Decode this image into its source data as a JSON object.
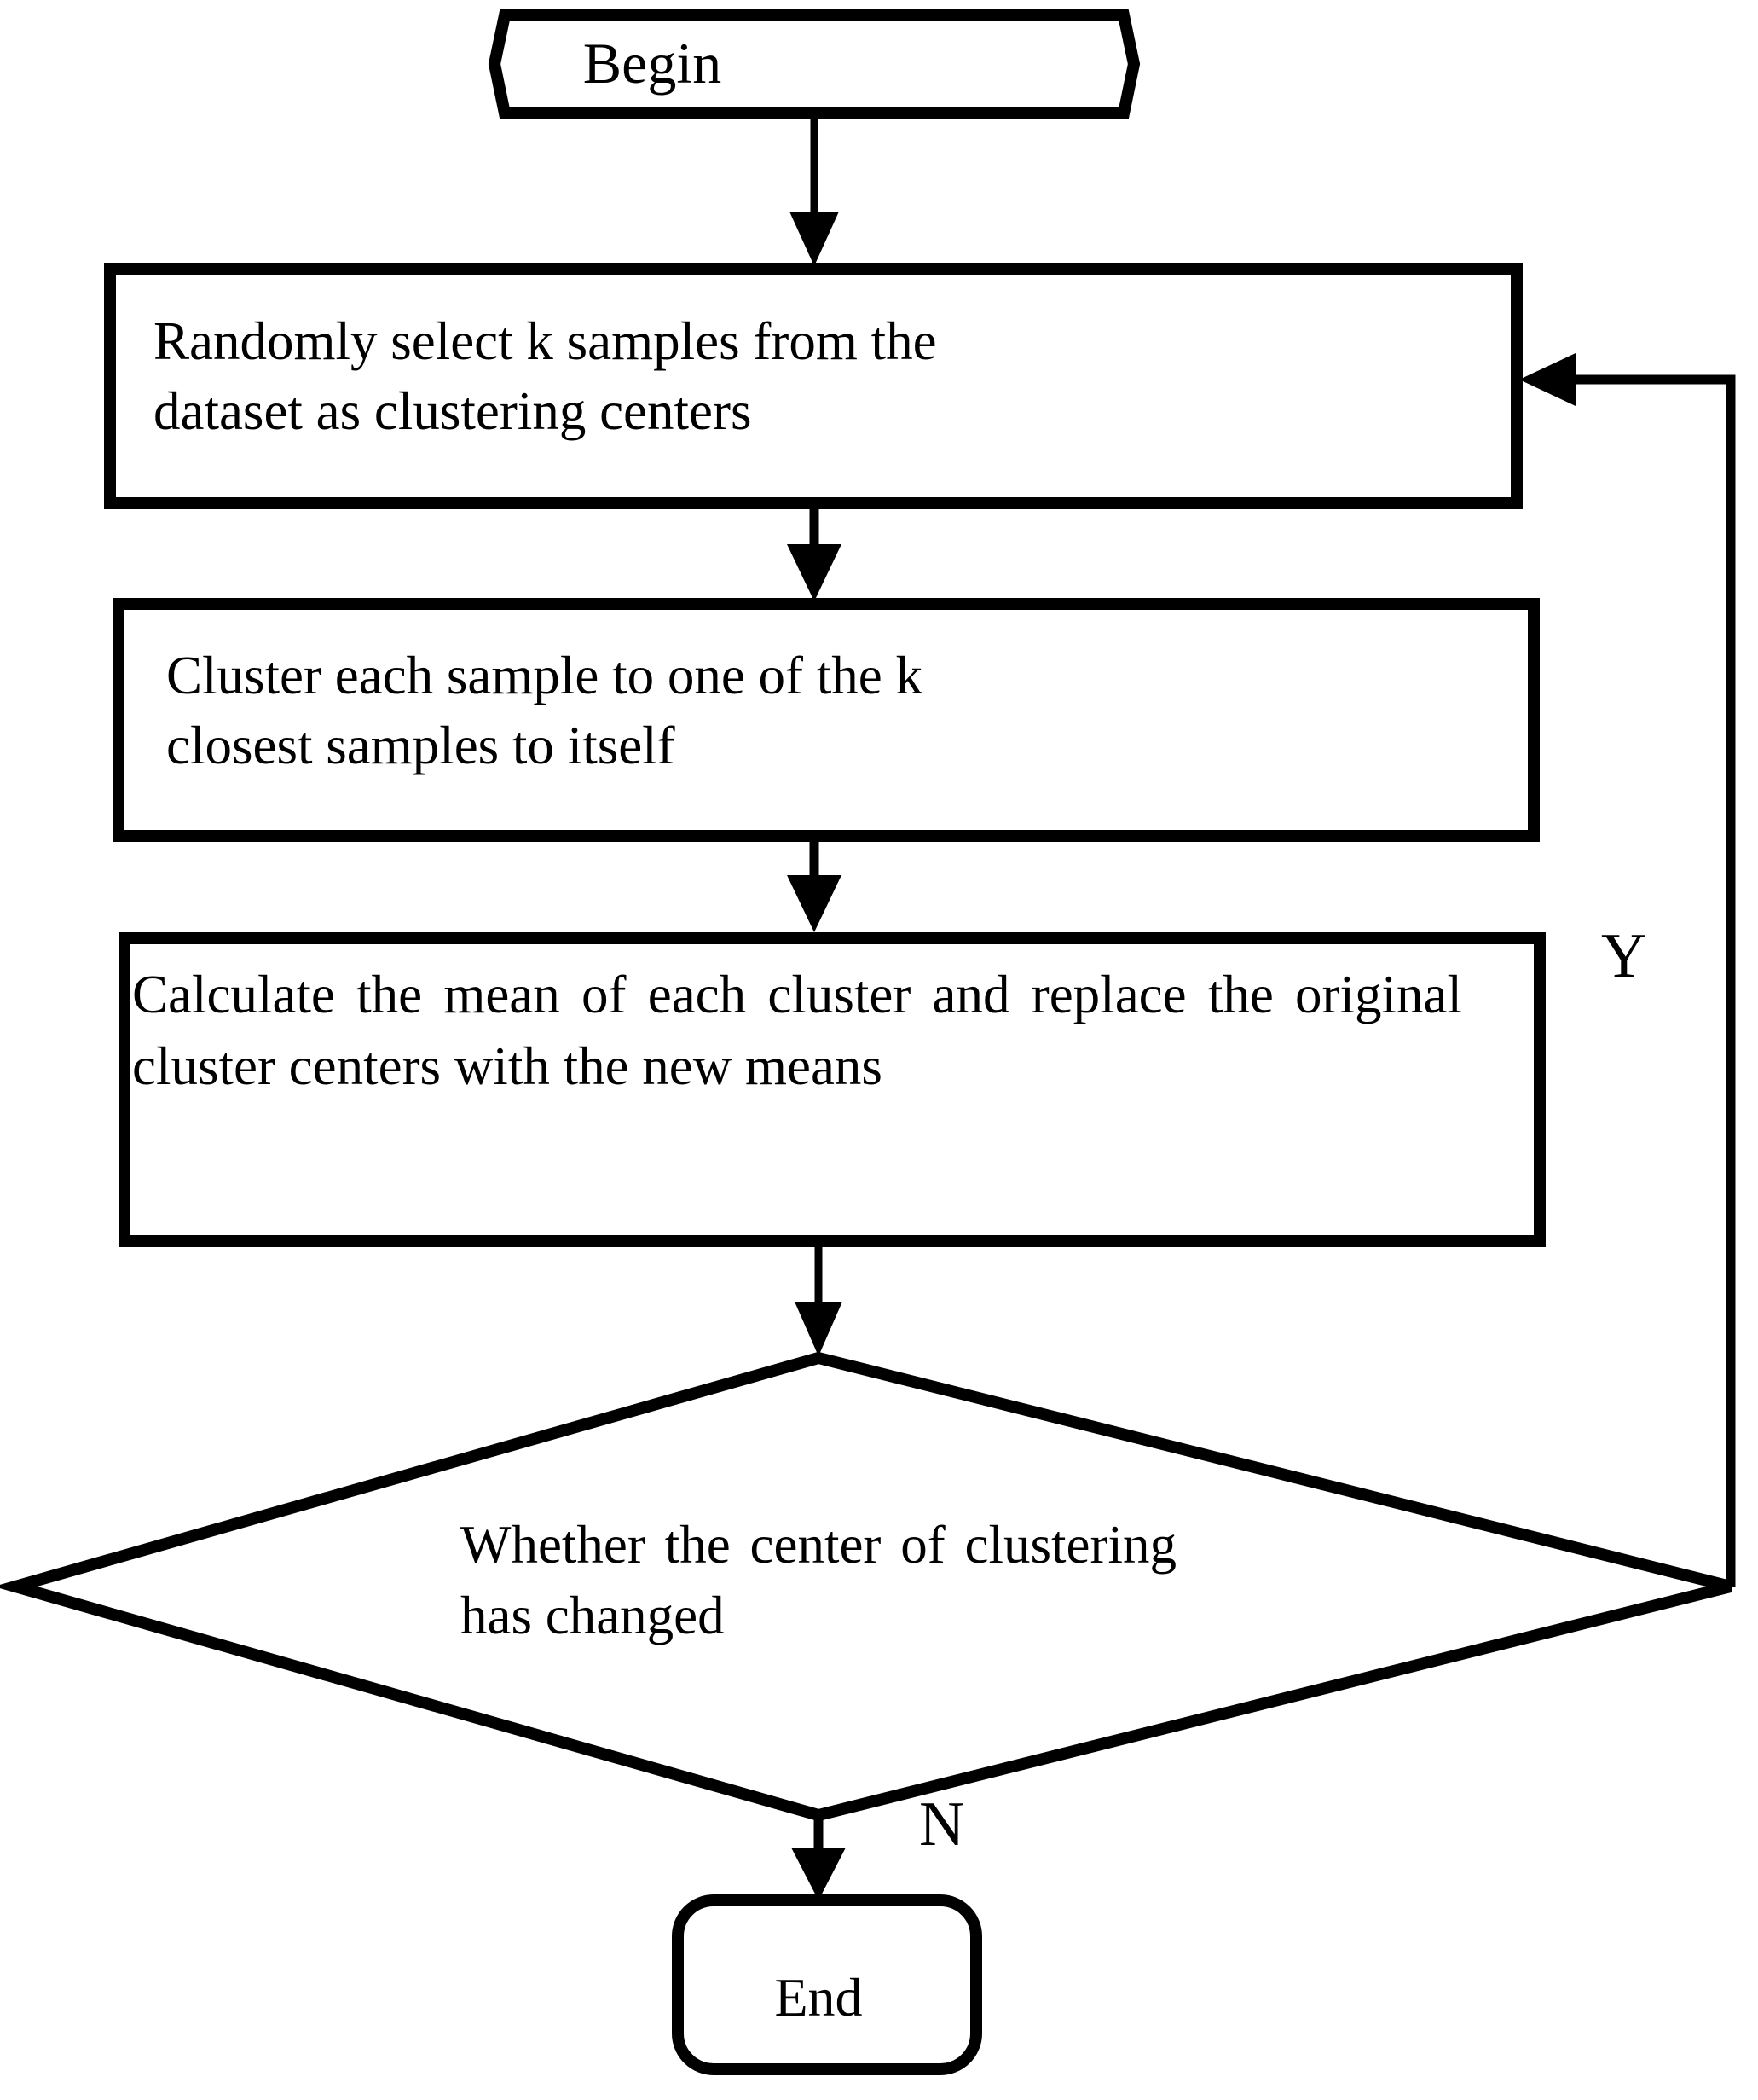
{
  "diagram": {
    "title": "K-means clustering algorithm flowchart",
    "colors": {
      "stroke": "#000000",
      "fill": "#ffffff",
      "text": "#000000"
    },
    "nodes": {
      "begin": {
        "shape": "hexagon",
        "label": "Begin"
      },
      "process_1": {
        "shape": "rectangle",
        "label": "Randomly select k samples from the dataset as clustering centers"
      },
      "process_2": {
        "shape": "rectangle",
        "label": "Cluster each sample to one of the k closest samples to itself"
      },
      "process_3": {
        "shape": "rectangle",
        "label": "Calculate the mean of each cluster and replace the original cluster centers with the new means"
      },
      "decision": {
        "shape": "diamond",
        "label": "Whether the center of clustering has changed"
      },
      "end": {
        "shape": "rounded-rectangle",
        "label": "End"
      }
    },
    "edges": {
      "begin_to_process_1": {
        "label": ""
      },
      "process_1_to_process_2": {
        "label": ""
      },
      "process_2_to_process_3": {
        "label": ""
      },
      "process_3_to_decision": {
        "label": ""
      },
      "decision_yes_to_process_1": {
        "label": "Y"
      },
      "decision_no_to_end": {
        "label": "N"
      }
    }
  }
}
